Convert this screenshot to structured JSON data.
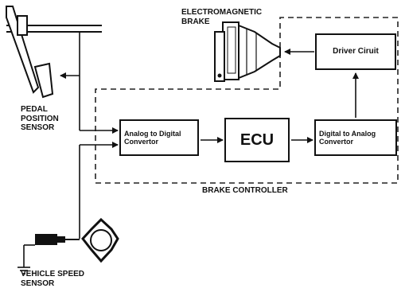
{
  "diagram": {
    "labels": {
      "electromagnetic_brake_line1": "ELECTROMAGNETIC",
      "electromagnetic_brake_line2": "BRAKE",
      "pedal_line1": "PEDAL",
      "pedal_line2": "POSITION",
      "pedal_line3": "SENSOR",
      "brake_controller": "BRAKE CONTROLLER",
      "vehicle_speed_line1": "VEHICLE SPEED",
      "vehicle_speed_line2": "SENSOR"
    },
    "blocks": {
      "driver_circuit": "Driver Ciruit",
      "adc_line1": "Analog to Digital",
      "adc_line2": "Convertor",
      "ecu": "ECU",
      "dac_line1": "Digital to Analog",
      "dac_line2": "Convertor"
    }
  }
}
